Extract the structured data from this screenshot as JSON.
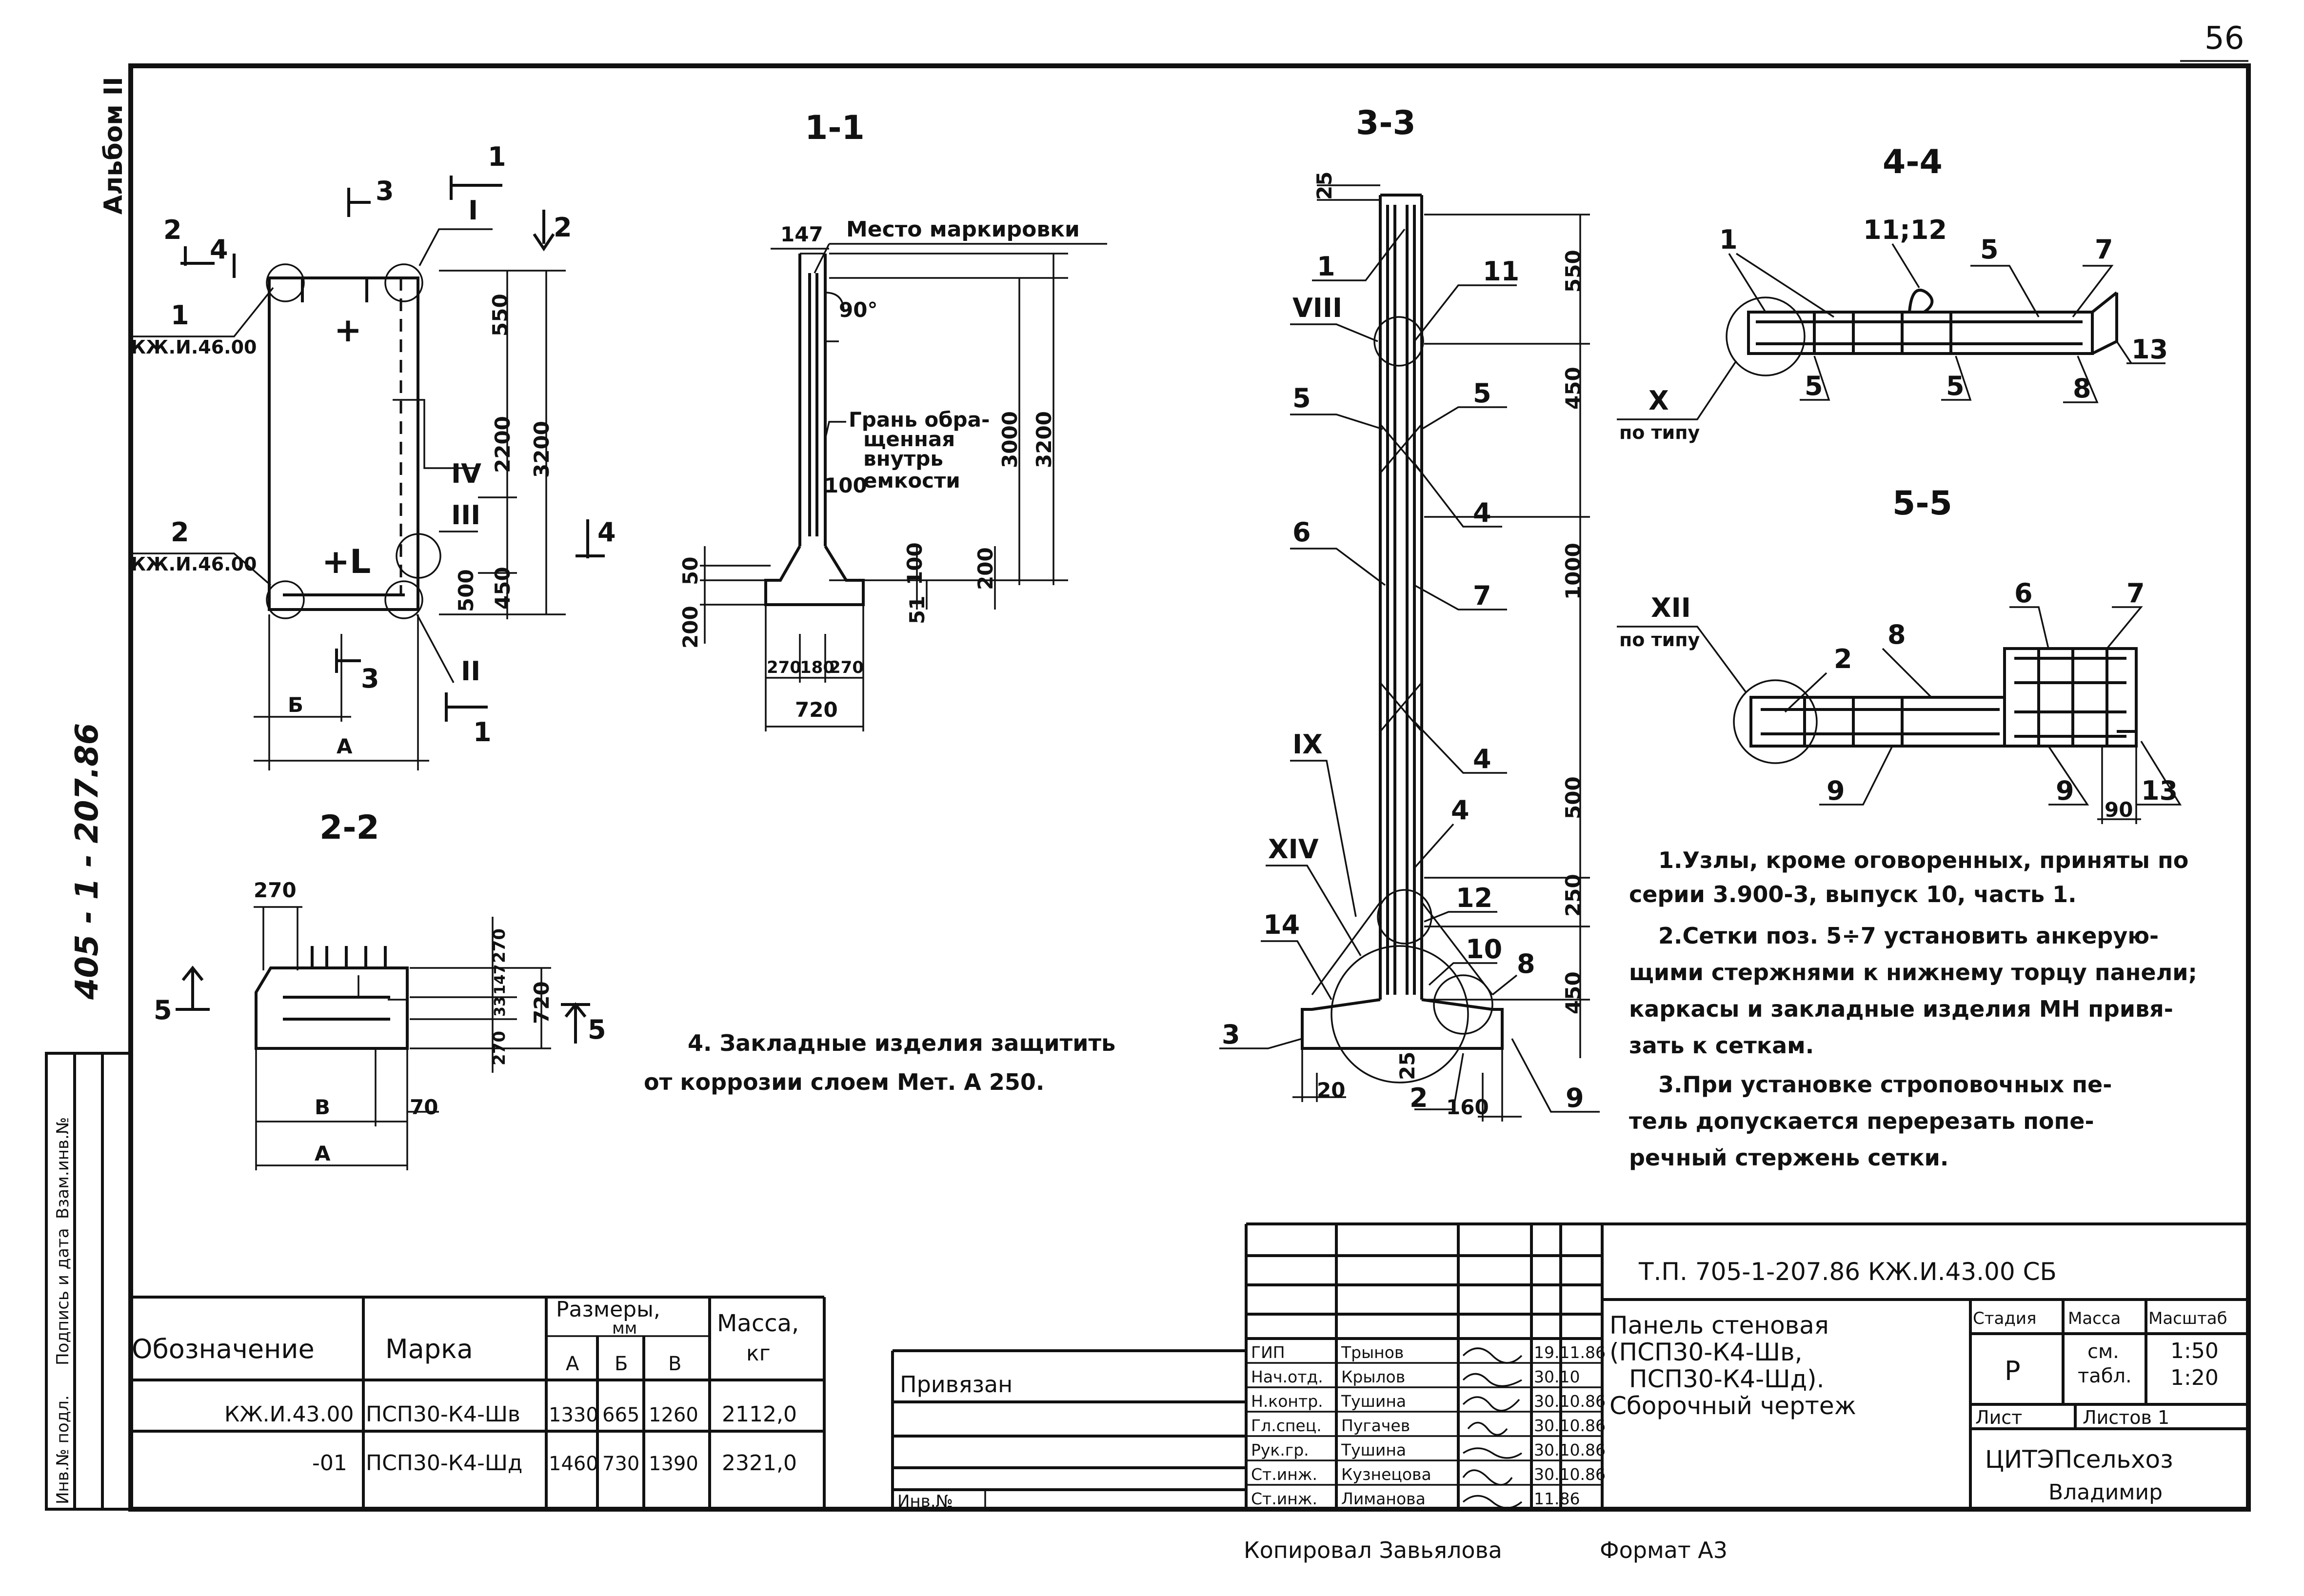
{
  "page_number": "56",
  "side": {
    "album": "Альбом II",
    "code": "405 - 1 - 207.86",
    "col1": "Инв.№ подл.",
    "col2": "Подпись и дата",
    "col3": "Взам.инв.№"
  },
  "sections": {
    "s11": "1-1",
    "s22": "2-2",
    "s33": "3-3",
    "s44": "4-4",
    "s55": "5-5"
  },
  "plan": {
    "m1": "1",
    "m2": "2",
    "m3": "3",
    "m4": "4",
    "mI": "I",
    "mII": "II",
    "mIII": "III",
    "mIV": "IV",
    "ref1": "КЖ.И.46.00",
    "ref2": "КЖ.И.46.00",
    "plus": "+",
    "plusL": "+L",
    "d550": "550",
    "d2200": "2200",
    "d3200": "3200",
    "d500": "500",
    "d450": "450",
    "dB": "Б",
    "dA": "А"
  },
  "sec11": {
    "mark_place": "Место маркировки",
    "d147": "147",
    "angle": "90°",
    "face1": "Грань обра-",
    "face2": "щенная",
    "face3": "внутрь",
    "face4": "емкости",
    "d3000": "3000",
    "d3200": "3200",
    "d100": "100",
    "d50": "50",
    "d200": "200",
    "d100b": "100",
    "d51": "51",
    "d200b": "200",
    "d270a": "270",
    "d180": "180",
    "d270b": "270",
    "d720": "720"
  },
  "sec22": {
    "d270": "270",
    "d270v": "270",
    "d720": "720",
    "d33": "33",
    "d147": "147",
    "d270v2": "270",
    "dV": "В",
    "d70": "70",
    "dA": "А",
    "m5": "5",
    "m5b": "5"
  },
  "sec33": {
    "d25": "25",
    "d550": "550",
    "d450": "450",
    "d1000": "1000",
    "d500": "500",
    "d250": "250",
    "d450b": "450",
    "d25b": "25",
    "d20": "20",
    "d160": "160",
    "p1": "1",
    "p11": "11",
    "pVIII": "VIII",
    "p5a": "5",
    "p5b": "5",
    "p4a": "4",
    "p6": "6",
    "p7": "7",
    "pIX": "IX",
    "p4b": "4",
    "pXIV": "XIV",
    "p4c": "4",
    "p14": "14",
    "p12": "12",
    "p10": "10",
    "p8": "8",
    "p3": "3",
    "p2": "2",
    "p9": "9"
  },
  "sec44": {
    "p1": "1",
    "p1112": "11;12",
    "p5a": "5",
    "p7": "7",
    "p13": "13",
    "pX": "X",
    "typ": "по типу",
    "p5b": "5",
    "p5c": "5",
    "p8": "8"
  },
  "sec55": {
    "pXII": "XII",
    "typ": "по типу",
    "p2": "2",
    "p8": "8",
    "p6": "6",
    "p7": "7",
    "p9a": "9",
    "p9b": "9",
    "p13": "13",
    "d90": "90"
  },
  "notes": {
    "n1a": "1.Узлы, кроме оговоренных, приняты по",
    "n1b": "серии 3.900-3, выпуск 10, часть 1.",
    "n2a": "2.Сетки поз. 5÷7 установить анкерую-",
    "n2b": "щими стержнями к нижнему торцу панели;",
    "n2c": "каркасы и закладные изделия МН привя-",
    "n2d": "зать к сеткам.",
    "n3a": "3.При установке строповочных пе-",
    "n3b": "тель допускается перерезать попе-",
    "n3c": "речный стержень сетки.",
    "n4a": "4. Закладные изделия защитить",
    "n4b": "от коррозии слоем Мет. А 250."
  },
  "spec": {
    "h_designation": "Обозначение",
    "h_mark": "Марка",
    "h_sizes": "Размеры,",
    "h_mm": "мм",
    "h_a": "А",
    "h_b": "Б",
    "h_v": "В",
    "h_mass": "Масса,",
    "h_kg": "кг",
    "rows": [
      {
        "des": "КЖ.И.43.00",
        "mark": "ПСП30-К4-Шв",
        "a": "1330",
        "b": "665",
        "v": "1260",
        "mass": "2112,0"
      },
      {
        "des": "-01",
        "mark": "ПСП30-К4-Шд",
        "a": "1460",
        "b": "730",
        "v": "1390",
        "mass": "2321,0"
      }
    ]
  },
  "bind": {
    "label": "Привязан",
    "inv": "Инв.№"
  },
  "title_block": {
    "code": "Т.П.  705-1-207.86   КЖ.И.43.00 СБ",
    "name1": "Панель стеновая",
    "name2": "(ПСП30-К4-Шв,",
    "name3": "ПСП30-К4-Шд).",
    "name4": "Сборочный чертеж",
    "h_stage": "Стадия",
    "h_mass": "Масса",
    "h_scale": "Масштаб",
    "stage": "Р",
    "mass1": "см.",
    "mass2": "табл.",
    "scale1": "1:50",
    "scale2": "1:20",
    "sheet": "Лист",
    "sheets": "Листов 1",
    "org1": "ЦИТЭПсельхоз",
    "org2": "Владимир",
    "staff": [
      {
        "role": "ГИП",
        "name": "Трынов",
        "date": "19.11.86"
      },
      {
        "role": "Нач.отд.",
        "name": "Крылов",
        "date": "30.10"
      },
      {
        "role": "Н.контр.",
        "name": "Тушина",
        "date": "30.10.86"
      },
      {
        "role": "Гл.спец.",
        "name": "Пугачев",
        "date": "30.10.86"
      },
      {
        "role": "Рук.гр.",
        "name": "Тушина",
        "date": "30.10.86"
      },
      {
        "role": "Ст.инж.",
        "name": "Кузнецова",
        "date": "30.10.86"
      },
      {
        "role": "Ст.инж.",
        "name": "Лиманова",
        "date": "11.86"
      }
    ]
  },
  "footer": {
    "copied": "Копировал Завьялова",
    "format": "Формат А3"
  }
}
